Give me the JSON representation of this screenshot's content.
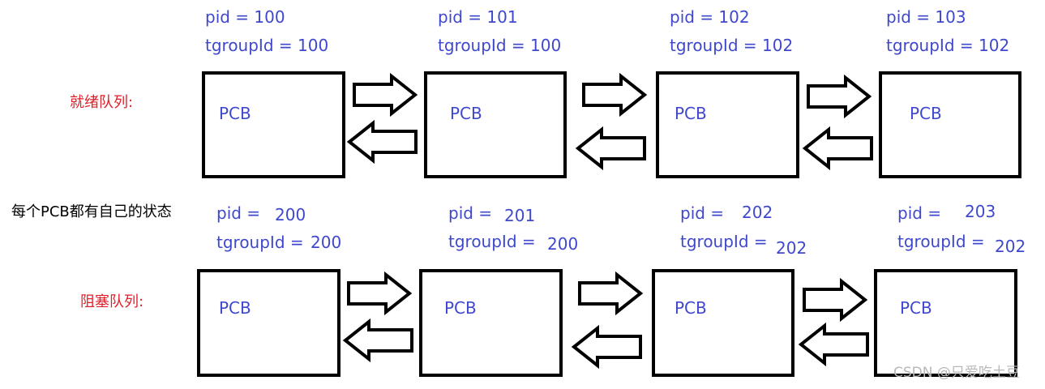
{
  "queues": [
    {
      "label": "就绪队列:",
      "processes": [
        {
          "pid_text": "pid = 100",
          "tgid_text": "tgroupId = 100",
          "box_label": "PCB"
        },
        {
          "pid_text": "pid = 101",
          "tgid_text": "tgroupId = 100",
          "box_label": "PCB"
        },
        {
          "pid_text": "pid = 102",
          "tgid_text": "tgroupId = 102",
          "box_label": "PCB"
        },
        {
          "pid_text": "pid = 103",
          "tgid_text": "tgroupId = 102",
          "box_label": "PCB"
        }
      ]
    },
    {
      "label": "阻塞队列:",
      "processes": [
        {
          "pid_text": "pid =",
          "pid_value": "200",
          "tgid_text": "tgroupId =",
          "tgid_value": "200",
          "box_label": "PCB"
        },
        {
          "pid_text": "pid =",
          "pid_value": "201",
          "tgid_text": "tgroupId =",
          "tgid_value": "200",
          "box_label": "PCB"
        },
        {
          "pid_text": "pid =",
          "pid_value": "202",
          "tgid_text": "tgroupId =",
          "tgid_value": "202",
          "box_label": "PCB"
        },
        {
          "pid_text": "pid =",
          "pid_value": "203",
          "tgid_text": "tgroupId =",
          "tgid_value": "202",
          "box_label": "PCB"
        }
      ]
    }
  ],
  "note": "每个PCB都有自己的状态",
  "watermark": "CSDN @只爱吃土豆",
  "colors": {
    "label_blue": "#3f48cc",
    "queue_red": "#e0202a",
    "box_border": "#000000"
  }
}
